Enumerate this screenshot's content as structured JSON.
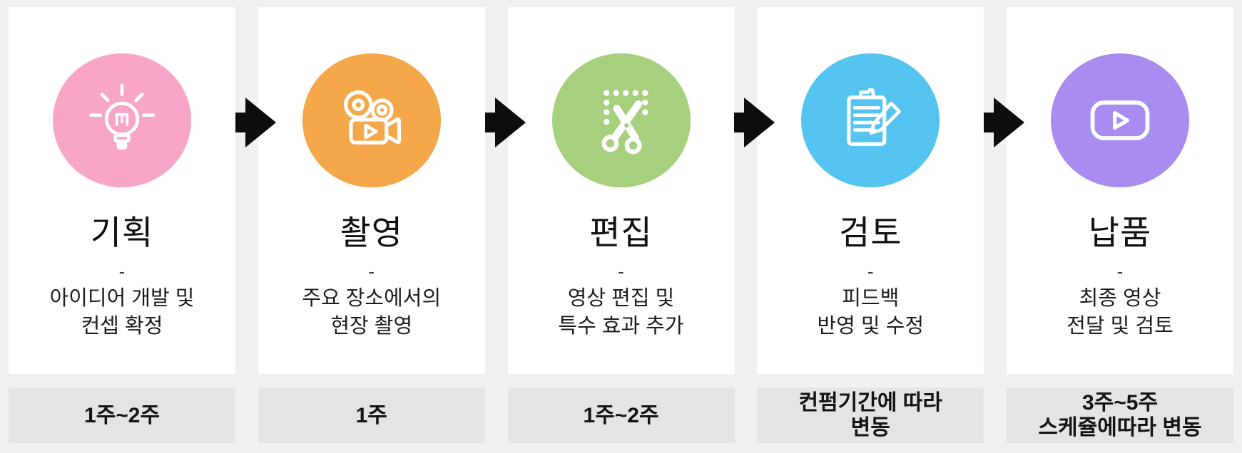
{
  "page": {
    "background_color": "#f0f0f0",
    "card_color": "#ffffff",
    "bar_color": "#e4e4e4",
    "arrow_color": "#0d0d0d"
  },
  "steps": [
    {
      "title": "기획",
      "dash": "-",
      "desc_line1": "아이디어 개발 및",
      "desc_line2": "컨셉 확정",
      "duration_line1": "1주~2주",
      "duration_line2": "",
      "circle_color": "#F8A5C8",
      "icon": "lightbulb-icon"
    },
    {
      "title": "촬영",
      "dash": "-",
      "desc_line1": "주요 장소에서의",
      "desc_line2": "현장 촬영",
      "duration_line1": "1주",
      "duration_line2": "",
      "circle_color": "#F4A84A",
      "icon": "video-camera-icon"
    },
    {
      "title": "편집",
      "dash": "-",
      "desc_line1": "영상 편집 및",
      "desc_line2": "특수 효과 추가",
      "duration_line1": "1주~2주",
      "duration_line2": "",
      "circle_color": "#A6D07D",
      "icon": "scissors-icon"
    },
    {
      "title": "검토",
      "dash": "-",
      "desc_line1": "피드백",
      "desc_line2": "반영 및 수정",
      "duration_line1": "컨펌기간에 따라",
      "duration_line2": "변동",
      "circle_color": "#55C4F0",
      "icon": "clipboard-pencil-icon"
    },
    {
      "title": "납품",
      "dash": "-",
      "desc_line1": "최종 영상",
      "desc_line2": "전달 및 검토",
      "duration_line1": "3주~5주",
      "duration_line2": "스케쥴에따라 변동",
      "circle_color": "#A88CF0",
      "icon": "youtube-play-icon"
    }
  ]
}
